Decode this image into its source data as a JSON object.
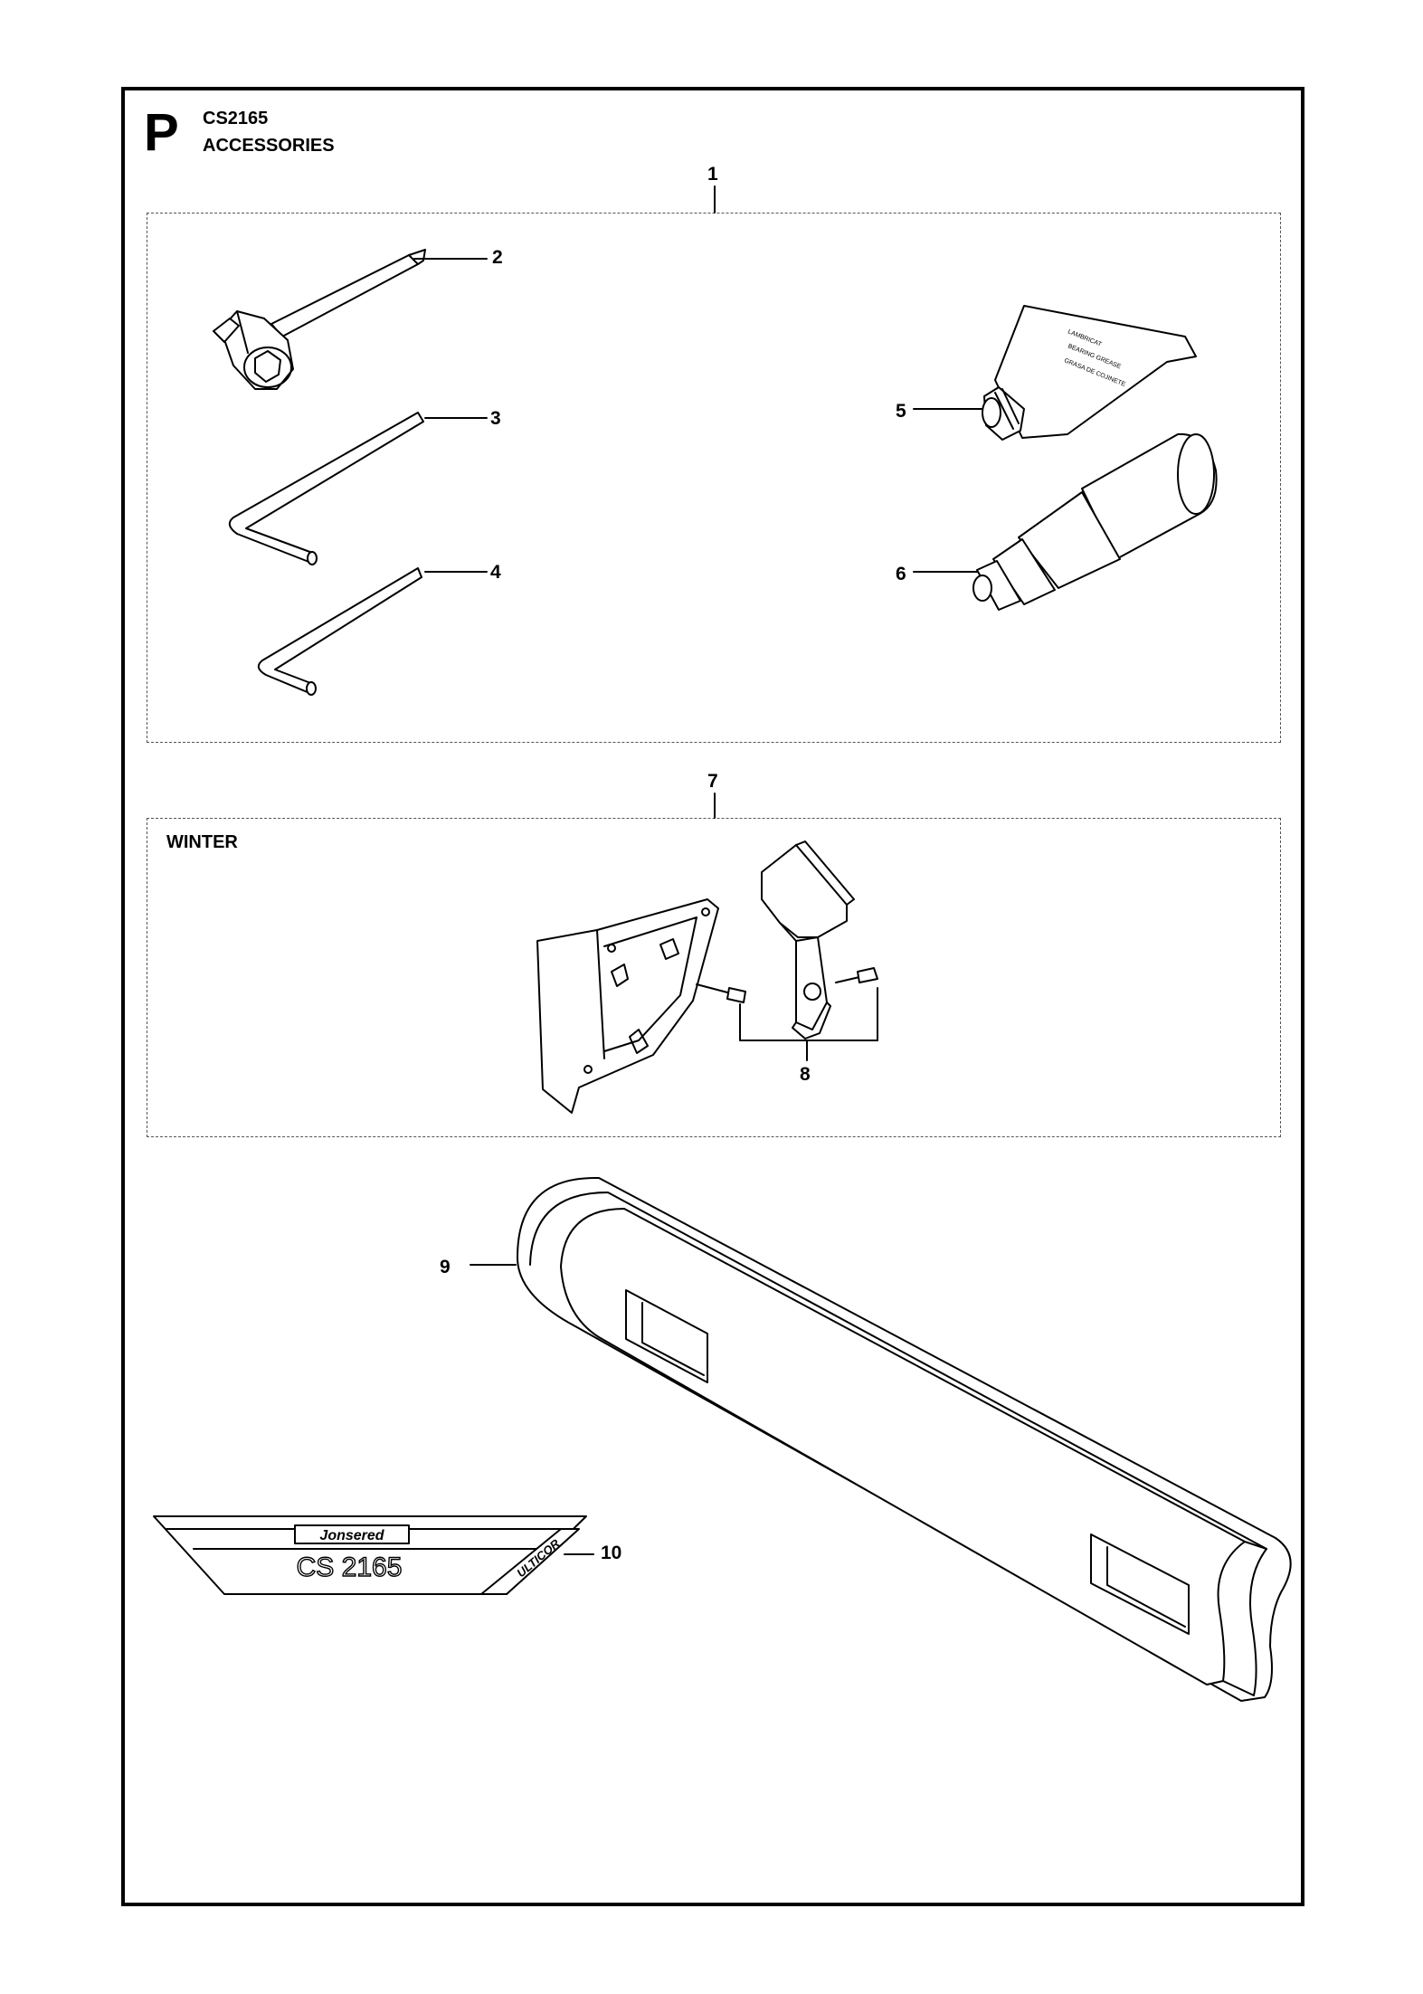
{
  "header": {
    "section_letter": "P",
    "model": "CS2165",
    "title": "ACCESSORIES"
  },
  "groups": {
    "kit_label": "1",
    "winter_label": "7",
    "winter_text": "WINTER"
  },
  "callouts": [
    "2",
    "3",
    "4",
    "5",
    "6",
    "8",
    "9",
    "10"
  ],
  "decal": {
    "brand": "Jonsered",
    "model_text": "CS 2165",
    "badge": "ULTICOR"
  },
  "tube_text": [
    "LAMBRICAT",
    "BEARING GREASE",
    "GRASA DE COJINETE"
  ]
}
